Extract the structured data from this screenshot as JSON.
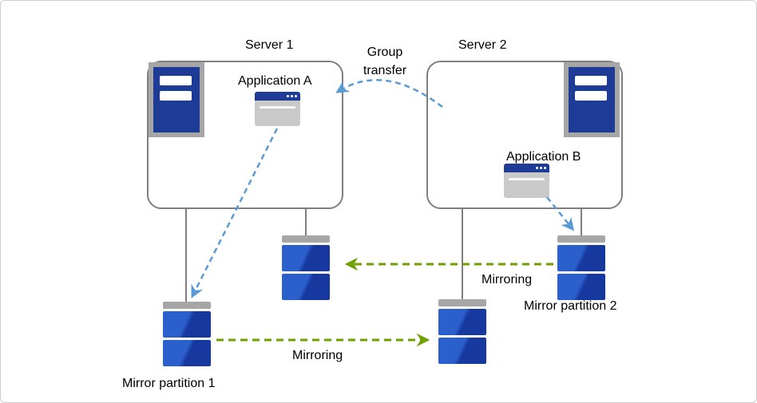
{
  "diagram": {
    "servers": [
      {
        "label": "Server 1",
        "app": "Application A"
      },
      {
        "label": "Server 2",
        "app": "Application B"
      }
    ],
    "group_transfer": "Group\ntransfer",
    "mirroring_top": "Mirroring",
    "mirroring_bottom": "Mirroring",
    "mirror_partition_1": "Mirror partition 1",
    "mirror_partition_2": "Mirror partition 2",
    "colors": {
      "arrow_blue": "#5B9BD5",
      "arrow_green": "#6EA100",
      "server_blue": "#1E3C96",
      "disk_blue_light": "#2B5FCC",
      "disk_blue_dark": "#17389E",
      "icon_gray": "#A6A6A6",
      "window_gray": "#C9C9C9",
      "line_gray": "#7F7F7F"
    }
  }
}
